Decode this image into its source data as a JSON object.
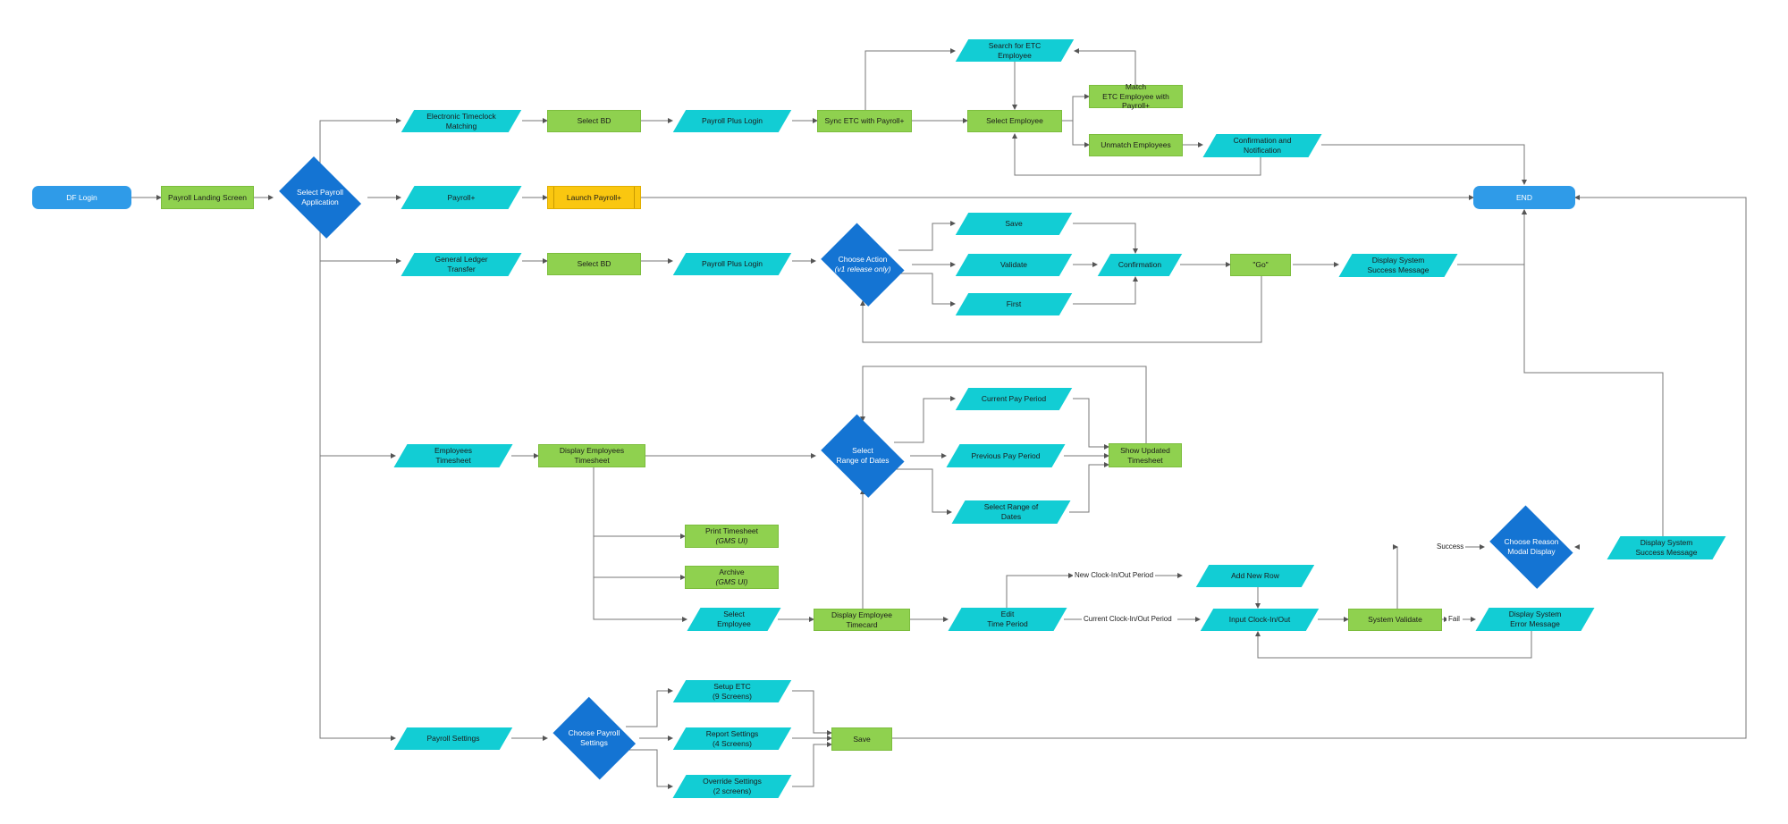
{
  "colors": {
    "pill": "#2f9be8",
    "rect": "#8fd14f",
    "launch": "#fac710",
    "parallelogram": "#12cdd4",
    "diamond": "#1474d3",
    "line": "#6b6b6b"
  },
  "nodes": {
    "df_login": {
      "text": "DF Login"
    },
    "payroll_landing": {
      "text": "Payroll Landing Screen"
    },
    "select_payroll_app": {
      "lines": [
        "Select Payroll",
        "Application"
      ]
    },
    "etc_matching": {
      "lines": [
        "Electronic Timeclock",
        "Matching"
      ]
    },
    "select_bd_1": {
      "text": "Select BD"
    },
    "payroll_plus_login_1": {
      "text": "Payroll Plus Login"
    },
    "sync_etc": {
      "text": "Sync ETC with Payroll+"
    },
    "search_etc": {
      "lines": [
        "Search for ETC",
        "Employee"
      ]
    },
    "select_employee": {
      "text": "Select Employee"
    },
    "match_etc": {
      "lines": [
        "Match",
        "ETC Employee with Payroll+"
      ]
    },
    "unmatch_employees": {
      "text": "Unmatch Employees"
    },
    "confirmation_notification": {
      "lines": [
        "Confirmation and",
        "Notification"
      ]
    },
    "payroll_plus": {
      "text": "Payroll+"
    },
    "launch_payroll_plus": {
      "text": "Launch Payroll+"
    },
    "end": {
      "text": "END"
    },
    "gl_transfer": {
      "lines": [
        "General Ledger",
        "Transfer"
      ]
    },
    "select_bd_2": {
      "text": "Select BD"
    },
    "payroll_plus_login_2": {
      "text": "Payroll Plus Login"
    },
    "choose_action": {
      "lines": [
        "Choose Action"
      ],
      "italic_line": "(v1 release only)"
    },
    "save_1": {
      "text": "Save"
    },
    "validate": {
      "text": "Validate"
    },
    "first": {
      "text": "First"
    },
    "confirmation": {
      "text": "Confirmation"
    },
    "go": {
      "text": "\"Go\""
    },
    "display_success_1": {
      "lines": [
        "Display System",
        "Success Message"
      ]
    },
    "employees_timesheet": {
      "lines": [
        "Employees",
        "Timesheet"
      ]
    },
    "display_employees_timesheet": {
      "text": "Display Employees Timesheet"
    },
    "select_range_dates": {
      "lines": [
        "Select",
        "Range of Dates"
      ]
    },
    "current_pay_period": {
      "text": "Current Pay Period"
    },
    "previous_pay_period": {
      "text": "Previous Pay Period"
    },
    "select_range_of_dates": {
      "lines": [
        "Select Range of",
        "Dates"
      ]
    },
    "show_updated_timesheet": {
      "lines": [
        "Show Updated",
        "Timesheet"
      ]
    },
    "print_timesheet": {
      "lines": [
        "Print Timesheet"
      ],
      "italic_line": "(GMS UI)"
    },
    "archive": {
      "lines": [
        "Archive"
      ],
      "italic_line": "(GMS UI)"
    },
    "select_employee_2": {
      "lines": [
        "Select",
        "Employee"
      ]
    },
    "display_employee_timecard": {
      "text": "Display Employee Timecard"
    },
    "edit_time_period": {
      "lines": [
        "Edit",
        "Time Period"
      ]
    },
    "add_new_row": {
      "text": "Add New Row"
    },
    "input_clock": {
      "text": "Input Clock-In/Out"
    },
    "system_validate": {
      "text": "System Validate"
    },
    "display_error": {
      "lines": [
        "Display System",
        "Error Message"
      ]
    },
    "choose_reason": {
      "lines": [
        "Choose Reason",
        "Modal Display"
      ]
    },
    "display_success_2": {
      "lines": [
        "Display System",
        "Success Message"
      ]
    },
    "payroll_settings": {
      "text": "Payroll Settings"
    },
    "choose_payroll_settings": {
      "lines": [
        "Choose Payroll",
        "Settings"
      ]
    },
    "setup_etc": {
      "lines": [
        "Setup ETC",
        "(9 Screens)"
      ]
    },
    "report_settings": {
      "lines": [
        "Report Settings",
        "(4 Screens)"
      ]
    },
    "override_settings": {
      "lines": [
        "Override Settings",
        "(2 screens)"
      ]
    },
    "save_2": {
      "text": "Save"
    }
  },
  "edge_labels": {
    "new_period": "New Clock-In/Out Period",
    "current_period": "Current  Clock-In/Out Period",
    "fail": "Fail",
    "success": "Success"
  }
}
